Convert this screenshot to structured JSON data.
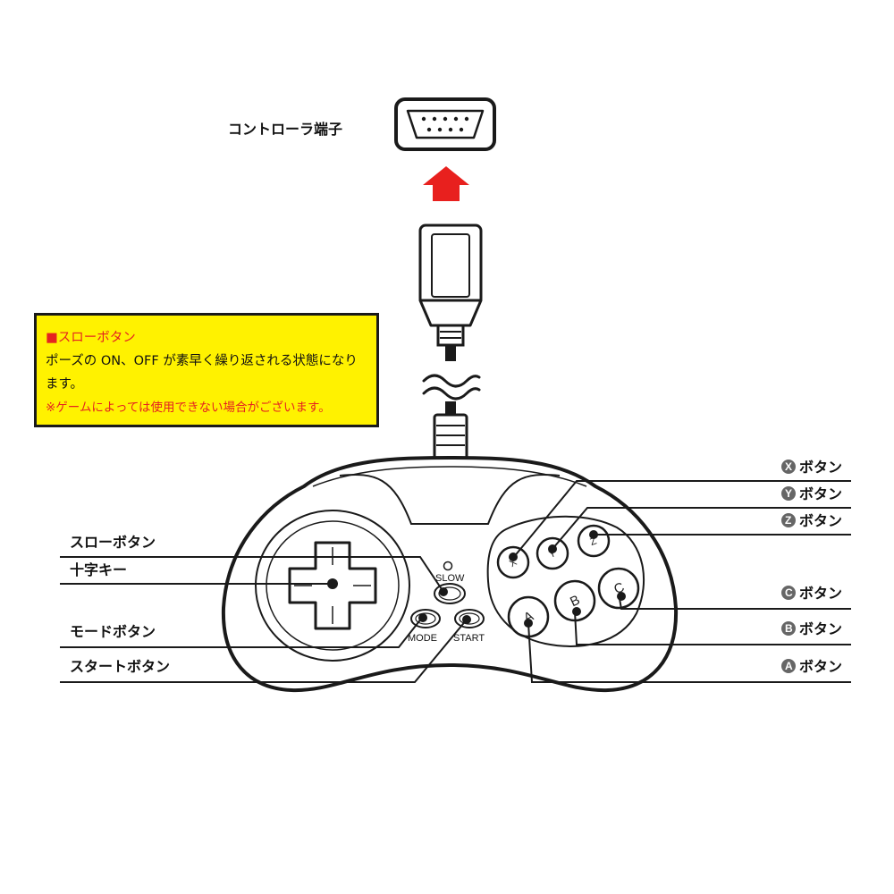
{
  "connector_label": "コントローラ端子",
  "note": {
    "bullet": "■",
    "title": "スローボタン",
    "body": "ポーズの ON、OFF が素早く繰り返される状態になります。",
    "warning": "※ゲームによっては使用できない場合がございます。"
  },
  "controller_labels": {
    "slow": "SLOW",
    "mode": "MODE",
    "start": "START",
    "x": "X",
    "y": "Y",
    "z": "Z",
    "a": "A",
    "b": "B",
    "c": "C"
  },
  "left_callouts": [
    {
      "text": "スローボタン"
    },
    {
      "text": "十字キー"
    },
    {
      "text": "モードボタン"
    },
    {
      "text": "スタートボタン"
    }
  ],
  "right_callouts": [
    {
      "letter": "X",
      "text": "ボタン"
    },
    {
      "letter": "Y",
      "text": "ボタン"
    },
    {
      "letter": "Z",
      "text": "ボタン"
    },
    {
      "letter": "C",
      "text": "ボタン"
    },
    {
      "letter": "B",
      "text": "ボタン"
    },
    {
      "letter": "A",
      "text": "ボタン"
    }
  ],
  "colors": {
    "arrow": "#e8201e",
    "note_background": "#fff200",
    "line": "#1a1a1a",
    "controller_fill": "#ffffff",
    "badge": "#666666"
  }
}
